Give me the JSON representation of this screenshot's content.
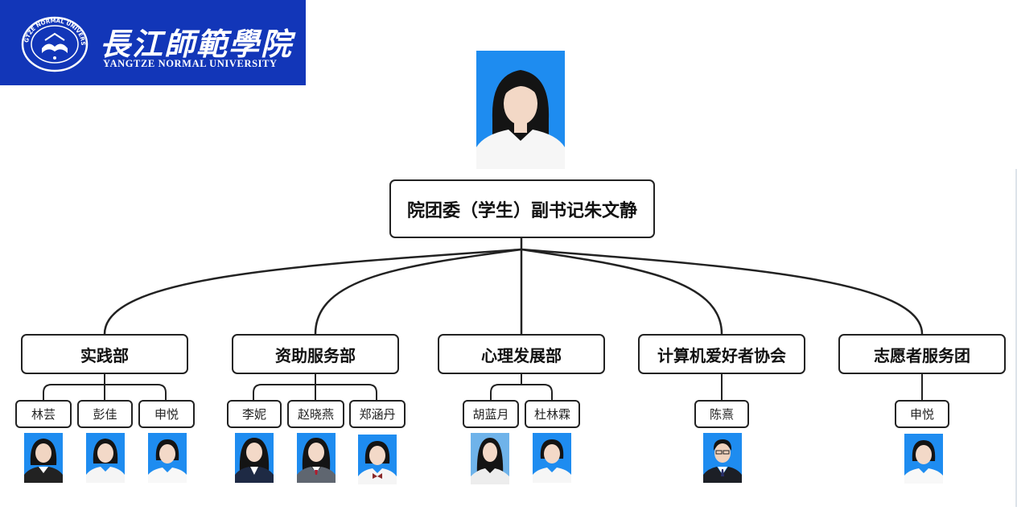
{
  "logo": {
    "name_cn": "長江師範學院",
    "name_en": "YANGTZE NORMAL UNIVERSITY",
    "seal_text": "YANGTZE NORMAL UNIVERSITY"
  },
  "colors": {
    "banner": "#1236b8",
    "photo_background": "#1e8cf0",
    "box_border": "#222222"
  },
  "root": {
    "label": "院团委（学生）副书记朱文静"
  },
  "departments": [
    {
      "label": "实践部",
      "members": [
        "林芸",
        "彭佳",
        "申悦"
      ]
    },
    {
      "label": "资助服务部",
      "members": [
        "李妮",
        "赵晓燕",
        "郑涵丹"
      ]
    },
    {
      "label": "心理发展部",
      "members": [
        "胡蓝月",
        "杜林霖"
      ]
    },
    {
      "label": "计算机爱好者协会",
      "members": [
        "陈熹"
      ]
    },
    {
      "label": "志愿者服务团",
      "members": [
        "申悦"
      ]
    }
  ]
}
